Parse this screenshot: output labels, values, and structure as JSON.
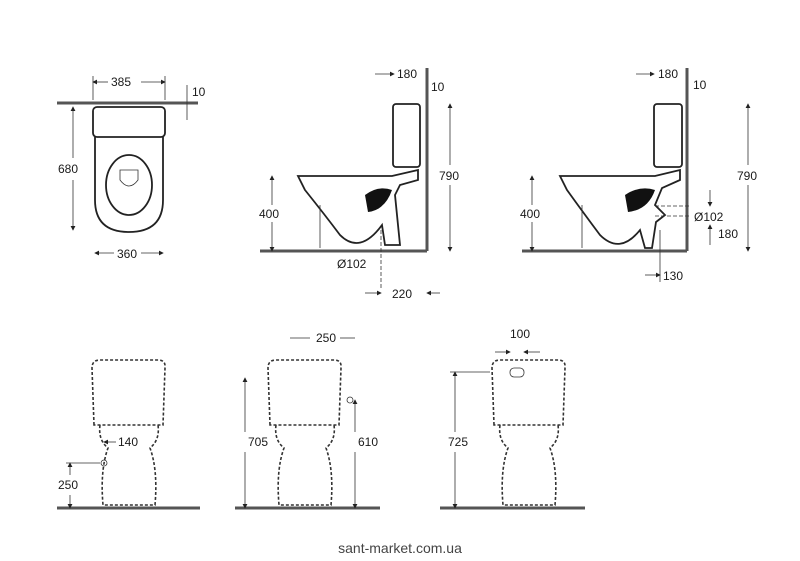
{
  "top_view": {
    "width_tank": "385",
    "wall_gap": "10",
    "depth": "680",
    "width_bowl": "360"
  },
  "side_view_floor": {
    "tank_depth": "180",
    "wall_gap": "10",
    "height_total": "790",
    "seat_height": "400",
    "outlet_diameter": "Ø102",
    "outlet_distance": "220"
  },
  "side_view_wall": {
    "tank_depth": "180",
    "wall_gap": "10",
    "height_total": "790",
    "seat_height": "400",
    "outlet_diameter": "Ø102",
    "outlet_height": "180",
    "outlet_distance": "130"
  },
  "front_view_1": {
    "inlet_offset": "140",
    "inlet_height": "250"
  },
  "front_view_2": {
    "tank_width": "250",
    "height_total": "705",
    "inlet_height": "610"
  },
  "front_view_3": {
    "button_width": "100",
    "height_total": "725"
  },
  "watermark": "sant-market.com.ua"
}
